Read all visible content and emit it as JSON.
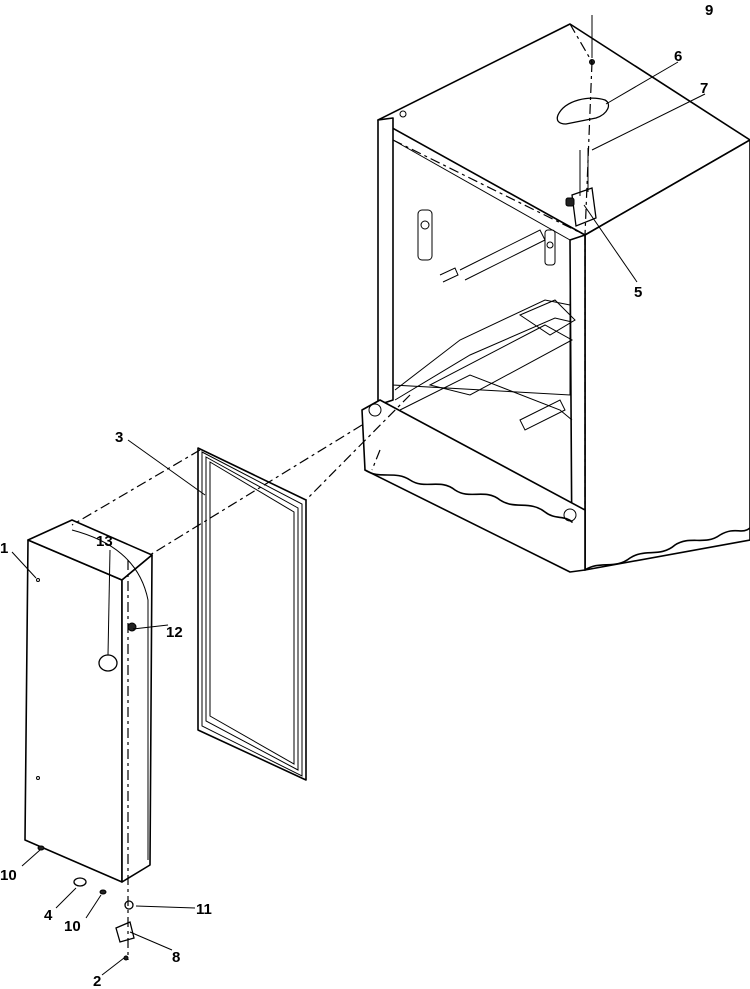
{
  "callouts": {
    "c1": "1",
    "c2": "2",
    "c3": "3",
    "c4": "4",
    "c5": "5",
    "c6": "6",
    "c7": "7",
    "c8": "8",
    "c9": "9",
    "c10a": "10",
    "c10b": "10",
    "c11": "11",
    "c12": "12",
    "c13": "13"
  }
}
